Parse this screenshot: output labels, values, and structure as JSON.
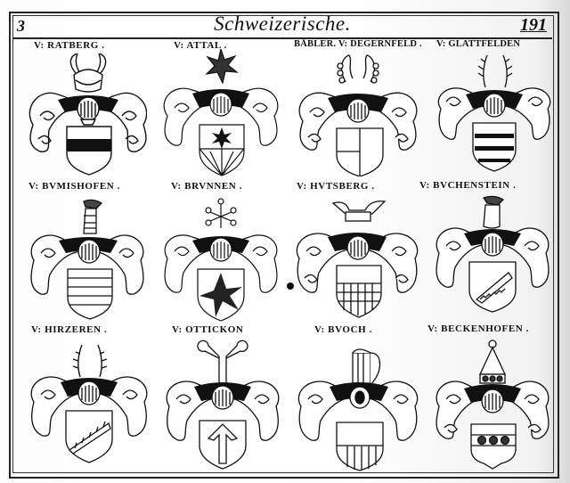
{
  "header": {
    "page_column": "3",
    "title": "Schweizerische.",
    "page_number": "191"
  },
  "rows": [
    {
      "entries": [
        {
          "label": "V: RATBERG .",
          "charge": "fess-sable",
          "crest": "horns"
        },
        {
          "label": "V: ATTAL .",
          "charge": "star-and-gyronny",
          "crest": "star"
        },
        {
          "label": "BÄBLER. V: DEGERNFELD .",
          "charge": "quarterly",
          "crest": "horns-beaded"
        },
        {
          "label": "V: GLATTFELDEN",
          "charge": "barry-wavy",
          "crest": "antlers"
        }
      ]
    },
    {
      "entries": [
        {
          "label": "V: BVMISHOFEN .",
          "charge": "barry",
          "crest": "bust-barry"
        },
        {
          "label": "V: BRVNNEN .",
          "charge": "mullet-large",
          "crest": "star-balled"
        },
        {
          "label": "V: HVTSBERG .",
          "charge": "checky-base",
          "crest": "hat-plumes"
        },
        {
          "label": "V: BVCHENSTEIN .",
          "charge": "bend-embattled",
          "crest": "bust"
        }
      ]
    },
    {
      "entries": [
        {
          "label": "V: HIRZEREN .",
          "charge": "bend-ragged",
          "crest": "antlers"
        },
        {
          "label": "V: OTTICKON",
          "charge": "tau-cross",
          "crest": "tau-cross"
        },
        {
          "label": "V: BVOCH .",
          "charge": "paly-base",
          "crest": "panache-paly"
        },
        {
          "label": "V: BECKENHOFEN .",
          "charge": "roses-fess",
          "crest": "pointed-hat"
        }
      ]
    }
  ],
  "colors": {
    "ink": "#111111",
    "paper": "#ffffff"
  }
}
